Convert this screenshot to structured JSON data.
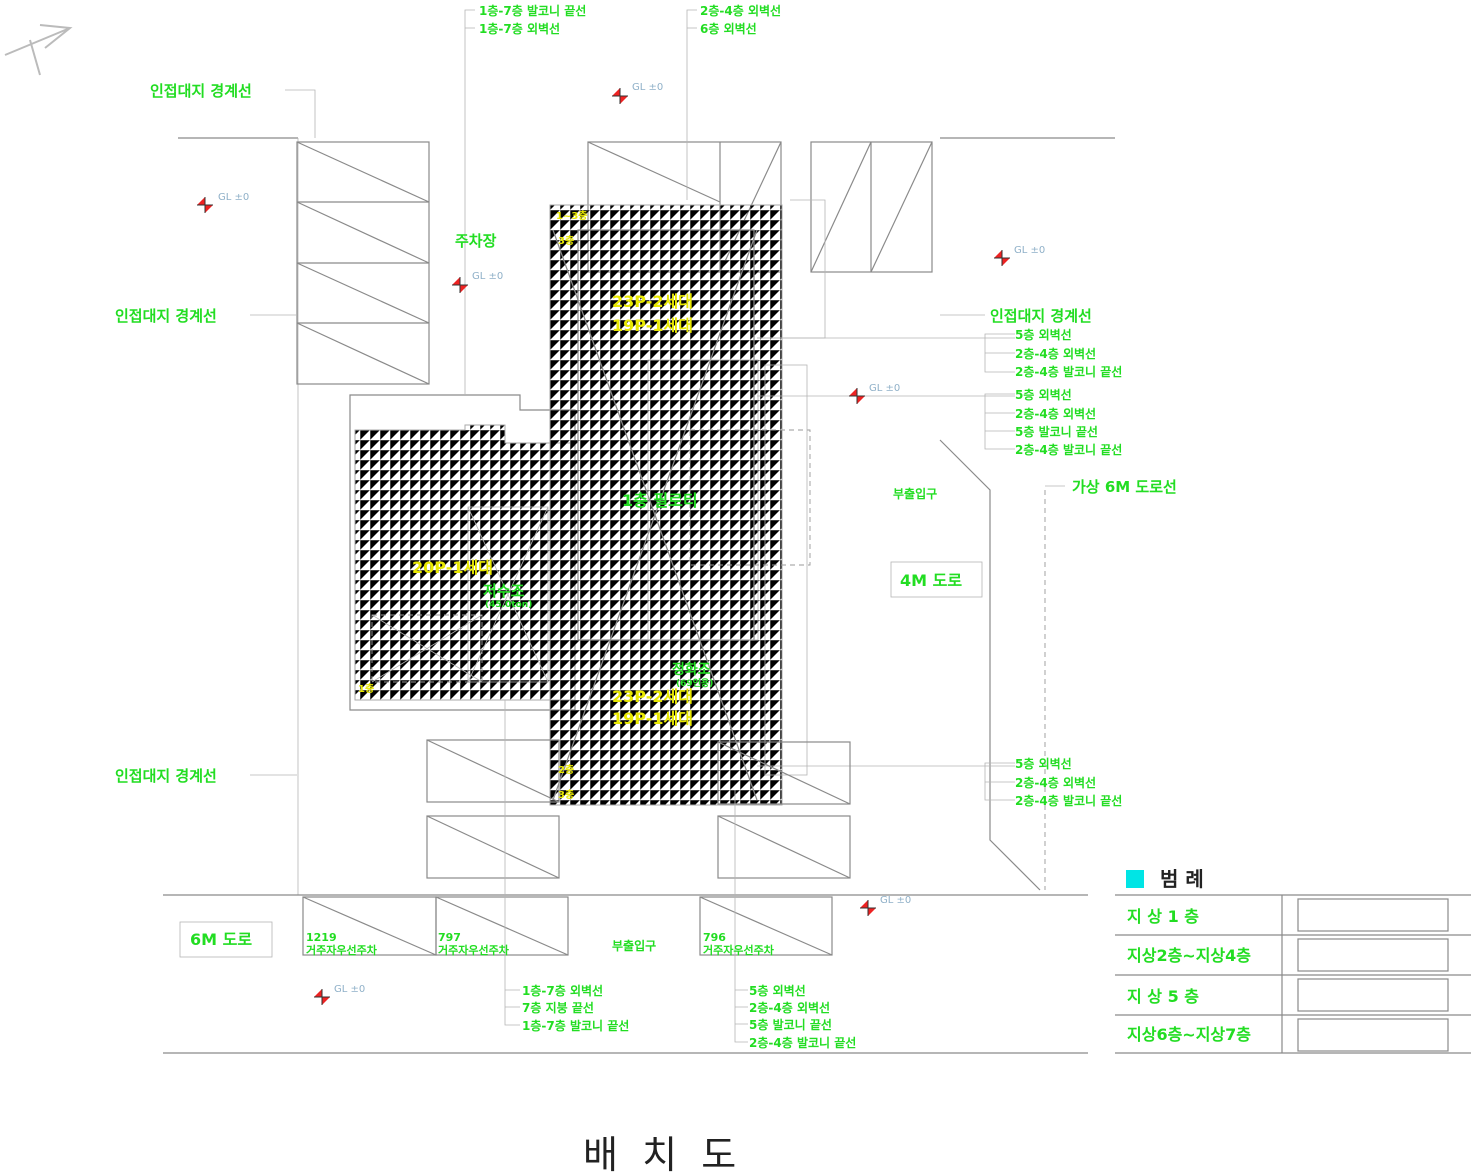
{
  "title": "배  치  도",
  "labels": {
    "adj_top": "인접대지 경계선",
    "adj_left_mid": "인접대지 경계선",
    "adj_left_bot": "인접대지 경계선",
    "adj_right": "인접대지 경계선",
    "parking": "주차장",
    "piloti": "1층 필로티",
    "tank": "저수조",
    "tank_sub": "(45.0ton)",
    "septic": "정화조",
    "septic_sub": "(69인용)",
    "road_4m": "4M 도로",
    "road_6m": "6M 도로",
    "virtual_road": "가상 6M 도로선",
    "entrance_right": "부출입구",
    "entrance_bottom": "부출입구"
  },
  "units": {
    "upper_a": "23P-2세대",
    "upper_b": "19P-1세대",
    "left": "20P-1세대",
    "lower_a": "23P-2세대",
    "lower_b": "19P-1세대"
  },
  "notes": {
    "top_left": [
      "1층-7층 발코니 끝선",
      "1층-7층 외벽선"
    ],
    "top_right": [
      "2층-4층 외벽선",
      "6층 외벽선"
    ],
    "right_a": [
      "5층 외벽선",
      "2층-4층 외벽선",
      "2층-4층 발코니 끝선"
    ],
    "right_b": [
      "5층 외벽선",
      "2층-4층 외벽선",
      "5층 발코니 끝선",
      "2층-4층 발코니 끝선"
    ],
    "right_c": [
      "5층 외벽선",
      "2층-4층 외벽선",
      "2층-4층 발코니 끝선"
    ],
    "bottom_a": [
      "1층-7층 외벽선",
      "7층 지붕 끝선",
      "1층-7층 발코니 끝선"
    ],
    "bottom_b": [
      "5층 외벽선",
      "2층-4층 외벽선",
      "5층 발코니 끝선",
      "2층-4층 발코니 끝선"
    ]
  },
  "parking_slots": [
    {
      "size": "1219",
      "type": "거주자우선주차"
    },
    {
      "size": "797",
      "type": "거주자우선주차"
    },
    {
      "size": "796",
      "type": "거주자우선주차"
    }
  ],
  "gl_markers": [
    "GL ±0",
    "GL ±0",
    "GL ±0",
    "GL ±0",
    "GL ±0",
    "GL ±0",
    "GL ±0"
  ],
  "small_labels": [
    "1~3층",
    "3층",
    "1층",
    "2층",
    "3층"
  ],
  "legend": {
    "title": "범  례",
    "color": "#00e5e5",
    "rows": [
      "지  상  1  층",
      "지상2층~지상4층",
      "지  상  5  층",
      "지상6층~지상7층"
    ]
  },
  "colors": {
    "label": "#22dd22",
    "unit": "#e8e800",
    "gl_marker": "#ee2222"
  }
}
